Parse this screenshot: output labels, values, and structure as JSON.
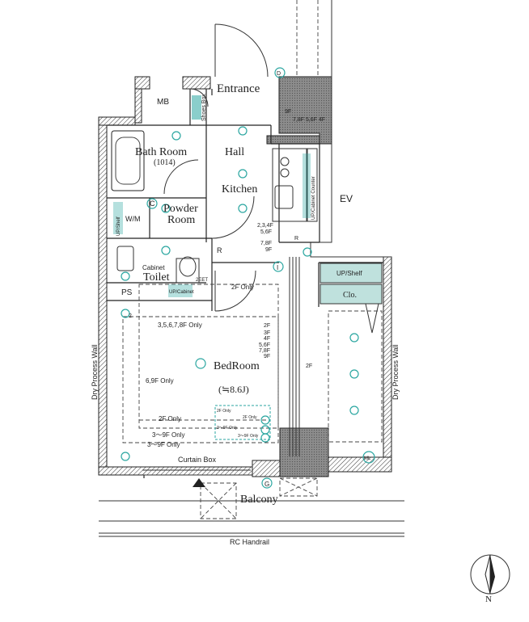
{
  "rooms": {
    "entrance": "Entrance",
    "mb": "MB",
    "shoes_box": "Shoes Box",
    "bath_room": "Bath Room",
    "bath_size": "(1014)",
    "hall": "Hall",
    "kitchen": "Kitchen",
    "powder_room_line1": "Powder",
    "powder_room_line2": "Room",
    "toilet": "Toilet",
    "cabinet": "Cabinet",
    "ps": "PS",
    "up_cabinet": "UP/Cabinet",
    "up_shelf_left": "UP/Shelf",
    "wm": "W/M",
    "ev": "EV",
    "up_shelf": "UP/Shelf",
    "clo": "Clo.",
    "bedroom": "BedRoom",
    "bedroom_size": "(≒8.6J)",
    "curtain_box": "Curtain Box",
    "balcony": "Balcony",
    "rc_handrail": "RC Handrail",
    "dry_wall_left": "Dry Process Wall",
    "dry_wall_right": "Dry Process Wall",
    "up_cabinet_counter": "UP/Cabinet Counter",
    "north": "N"
  },
  "floor_notes": {
    "ev_floors_a": "9F",
    "ev_floors_b": "7,8F 5,6F 4F",
    "kitchen_a": "2,3,4F",
    "kitchen_b": "5,6F",
    "kitchen_c": "7,8F",
    "kitchen_d": "9F",
    "r_mark": "R",
    "two_f_only_door": "2F Only",
    "bed_top": "3,5,6,7,8F Only",
    "bed_left": "6,9F Only",
    "bed_right_2f": "2F",
    "bed_right_3f": "3F",
    "bed_right_4f": "4F",
    "bed_right_56f": "5,6F",
    "bed_right_78f": "7,8F",
    "bed_right_9f": "9F",
    "bed_far_2f": "2F",
    "bed_bottom_2f": "2F Only",
    "bed_bottom_39a": "3～9F Only",
    "bed_bottom_39b": "3～9F Only",
    "teal_2f_only_a": "2F Only",
    "teal_2f_only_b": "2F Only",
    "teal_39_a": "3～9F Only",
    "teal_39_b": "3～9F Only",
    "two_eet": "2EET"
  },
  "symbols": {
    "d": "D",
    "c": "C",
    "r": "R",
    "i": "I",
    "g": "G",
    "ml": "ML",
    "two": "2"
  },
  "colors": {
    "accent": "#2aa6a0",
    "wall_hatch": "#222222",
    "grey_fill": "#bdbdbd"
  }
}
